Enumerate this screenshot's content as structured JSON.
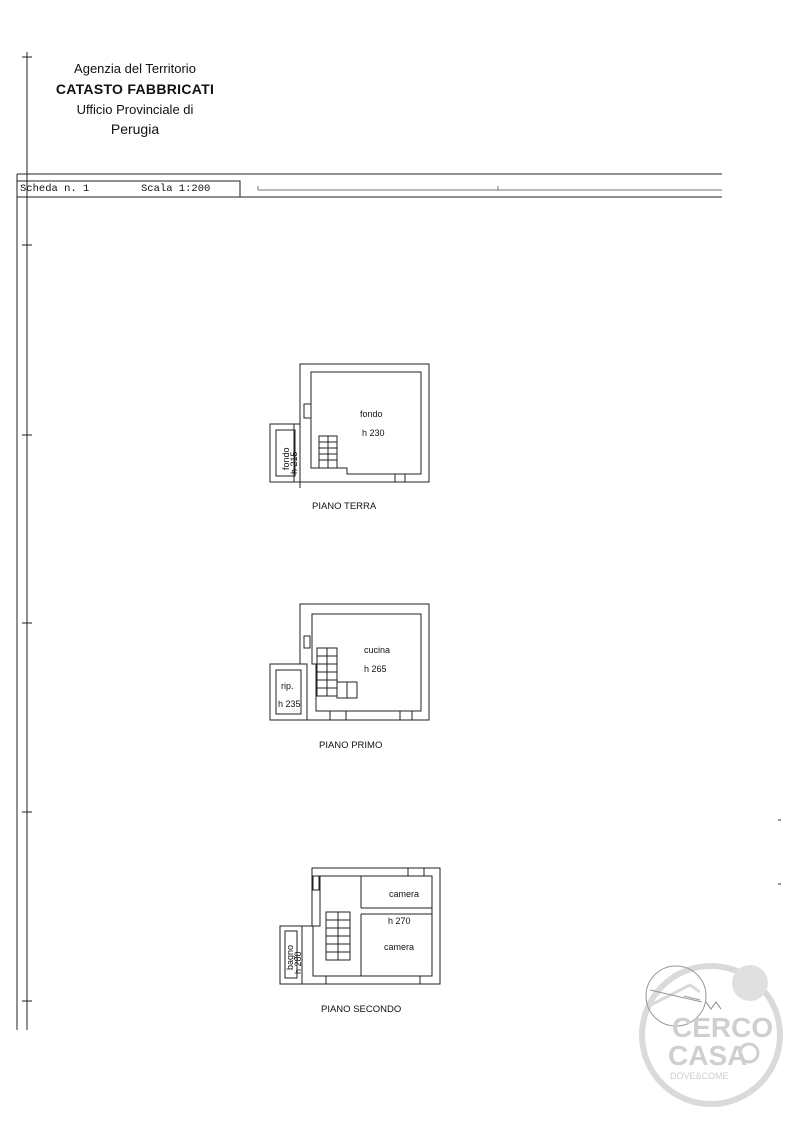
{
  "header": {
    "agency": "Agenzia del Territorio",
    "title": "CATASTO FABBRICATI",
    "office": "Ufficio Provinciale di",
    "city": "Perugia"
  },
  "sheet_bar": {
    "scheda": "Scheda n. 1",
    "scala": "Scala 1:200"
  },
  "plans": {
    "terra": {
      "label": "PIANO TERRA",
      "main_room": "fondo",
      "main_height": "h 230",
      "side_room": "fondo",
      "side_height": "h 215"
    },
    "primo": {
      "label": "PIANO PRIMO",
      "main_room": "cucina",
      "main_height": "h 265",
      "side_room": "rip.",
      "side_height": "h 235"
    },
    "secondo": {
      "label": "PIANO SECONDO",
      "room_top": "camera",
      "height": "h 270",
      "room_bottom": "camera",
      "side_room": "bagno",
      "side_height": "h 280"
    }
  },
  "watermark": {
    "line1": "CERCO",
    "line2": "CASA",
    "line3": "DOVE&COME"
  }
}
